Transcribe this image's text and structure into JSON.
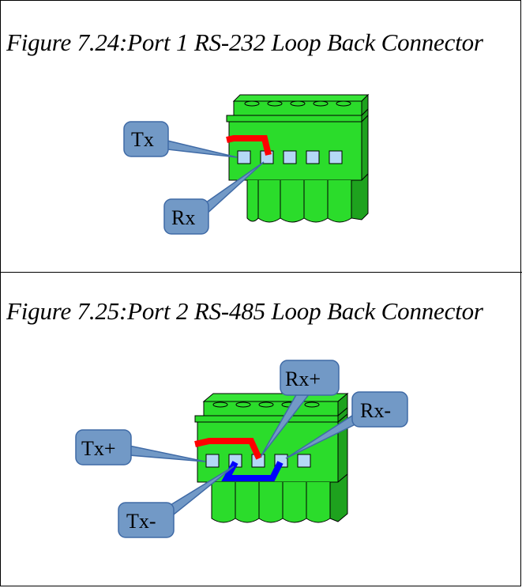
{
  "figure1": {
    "caption": "Figure 7.24:Port 1 RS-232 Loop Back Connector",
    "labels": {
      "tx": "Tx",
      "rx": "Rx"
    }
  },
  "figure2": {
    "caption": "Figure 7.25:Port 2 RS-485 Loop Back Connector",
    "labels": {
      "tx_plus": "Tx+",
      "tx_minus": "Tx-",
      "rx_plus": "Rx+",
      "rx_minus": "Rx-"
    }
  },
  "colors": {
    "connector_green": "#2bdc2b",
    "connector_green_dark": "#1ea21e",
    "pin_blue": "#b4d8f6",
    "callout_fill": "#7299c6",
    "callout_stroke": "#3f6aa6",
    "wire_red": "#ff0000",
    "wire_blue": "#0000ff"
  }
}
